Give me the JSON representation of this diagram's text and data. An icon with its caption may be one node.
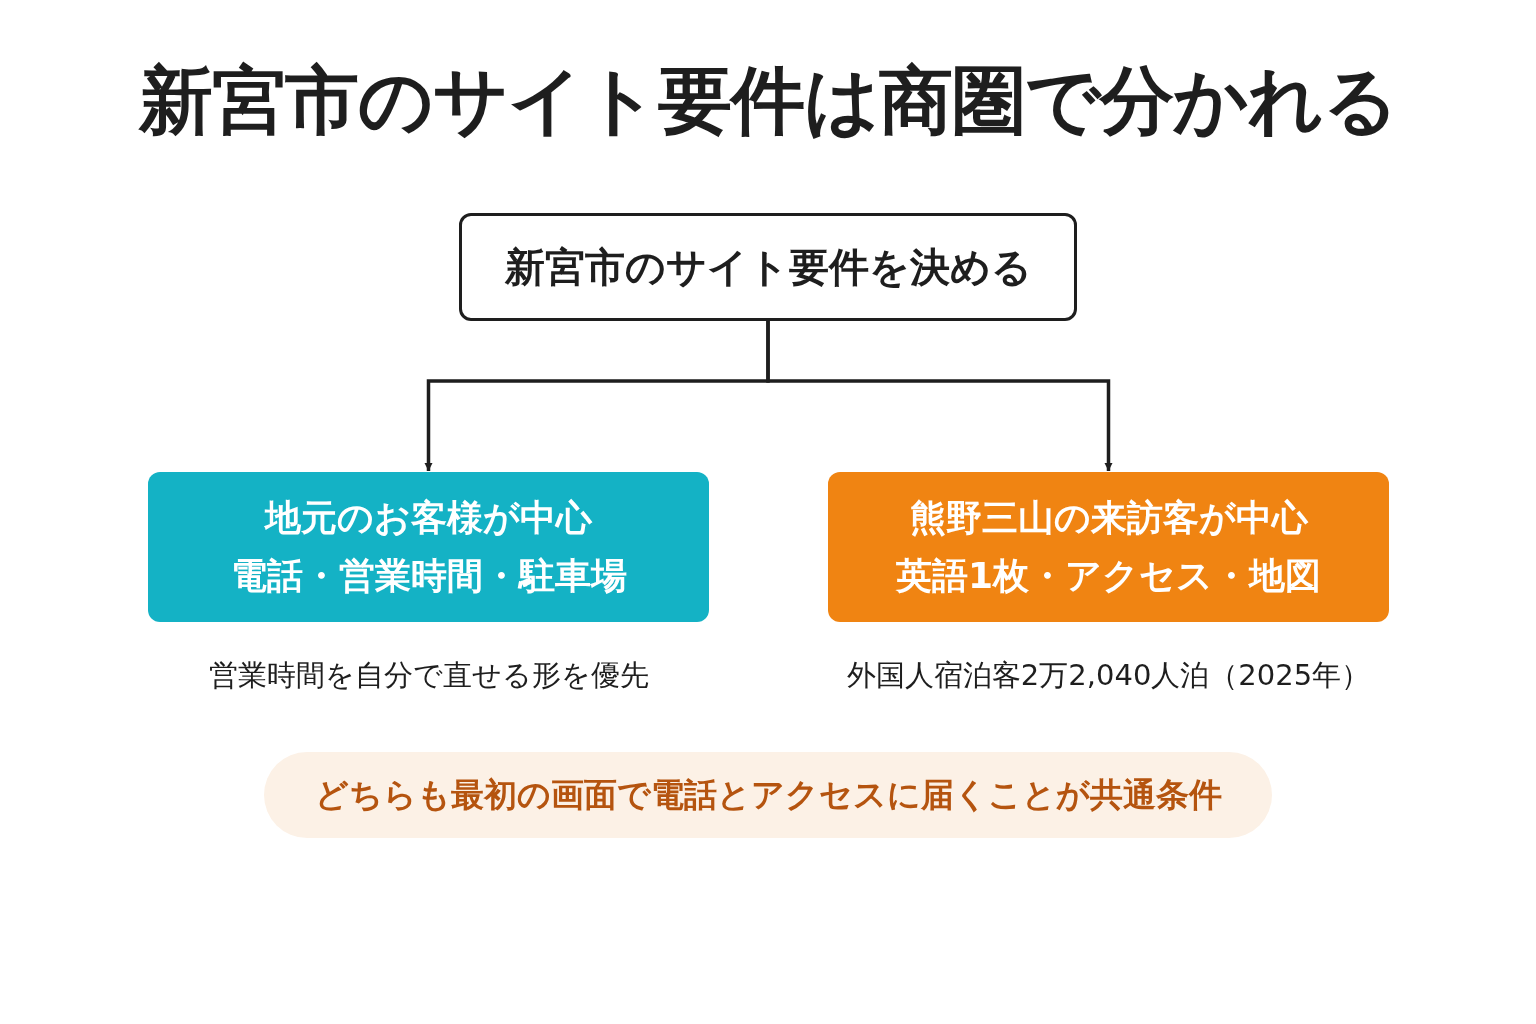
{
  "diagram": {
    "title": "新宮市のサイト要件は商圏で分かれる",
    "nodes": [
      {
        "text": [
          "新宮市のサイト要件を決める"
        ]
      },
      {
        "text": [
          "地元のお客様が中心",
          "電話・営業時間・駐車場"
        ],
        "beside": [
          "営業時間を自分で直せる形を優先"
        ]
      },
      {
        "text": [
          "熊野三山の来訪客が中心",
          "英語1枚・アクセス・地図"
        ],
        "beside": [
          "外国人宿泊客2万2,040人泊（2025年）"
        ]
      },
      {
        "text": [
          "どちらも最初の画面で電話とアクセスに届くことが共通条件"
        ]
      }
    ],
    "edges": [
      {
        "from": 0,
        "to": 1,
        "arrow": "to"
      },
      {
        "from": 0,
        "to": 2,
        "arrow": "to"
      }
    ]
  }
}
